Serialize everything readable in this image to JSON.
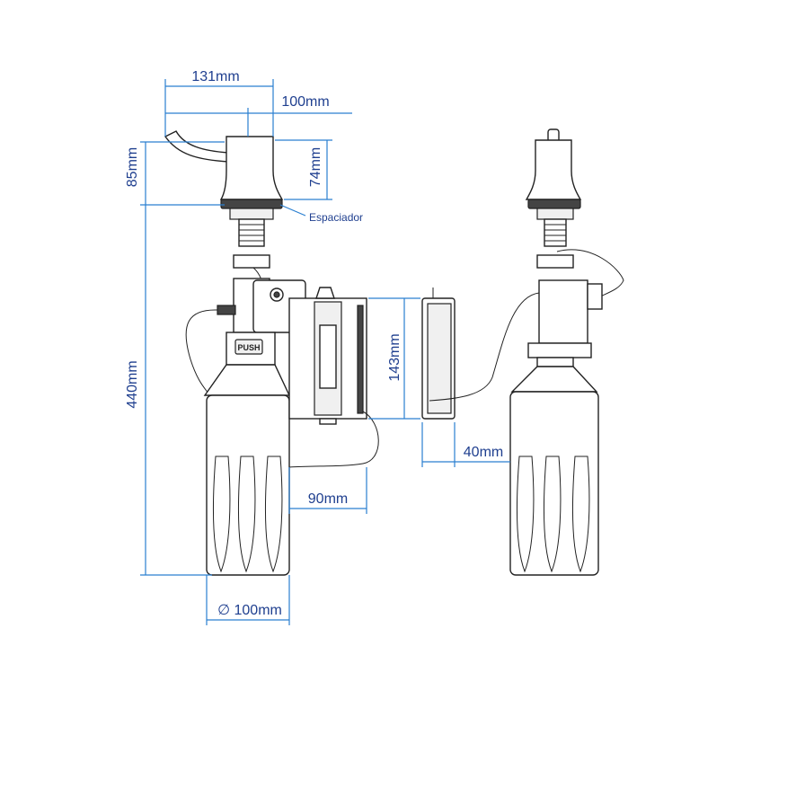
{
  "labels": {
    "width_131": "131mm",
    "width_100": "100mm",
    "height_85": "85mm",
    "height_74": "74mm",
    "spacer": "Espaciador",
    "height_440": "440mm",
    "height_143": "143mm",
    "depth_40": "40mm",
    "depth_90": "90mm",
    "diameter": "∅ 100mm",
    "push": "PUSH"
  },
  "colors": {
    "dimension_line": "#2a7fd0",
    "dimension_text": "#1f3f8f",
    "outline": "#222222"
  }
}
